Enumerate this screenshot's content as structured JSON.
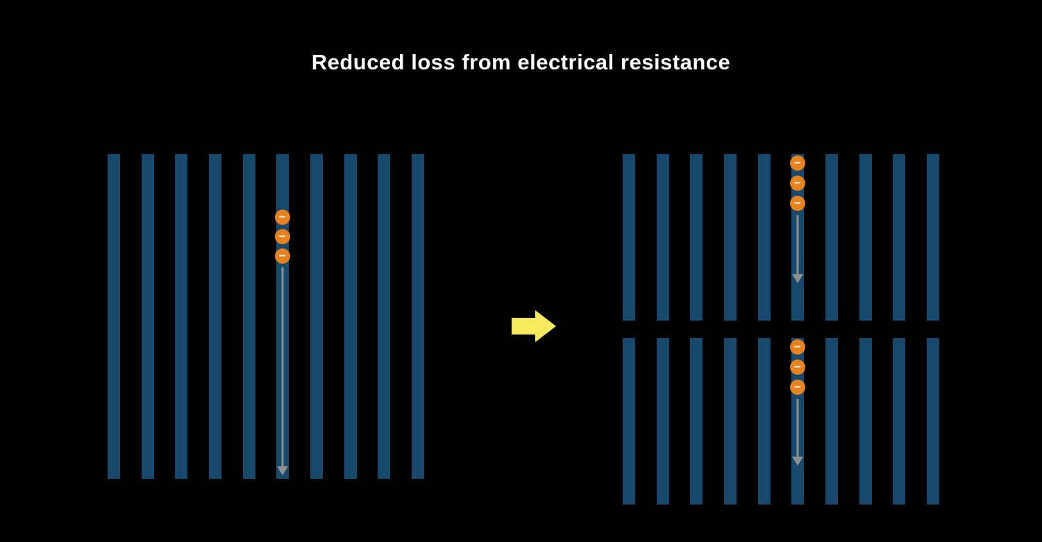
{
  "title": "Reduced loss from electrical resistance",
  "colors": {
    "background": "#000000",
    "bar": "#17496c",
    "electron": "#e8821f",
    "electron_symbol_color": "#ffffff",
    "flow_arrow": "#8f8f8f",
    "transition_arrow": "#f7e95e",
    "title_text": "#ffffff"
  },
  "diagram": {
    "electron_symbol": "−",
    "panels": [
      {
        "id": "full-cell",
        "bar_count": 10,
        "electron_count": 3
      },
      {
        "id": "half-cell-top",
        "bar_count": 10,
        "electron_count": 3
      },
      {
        "id": "half-cell-bottom",
        "bar_count": 10,
        "electron_count": 3
      }
    ]
  }
}
